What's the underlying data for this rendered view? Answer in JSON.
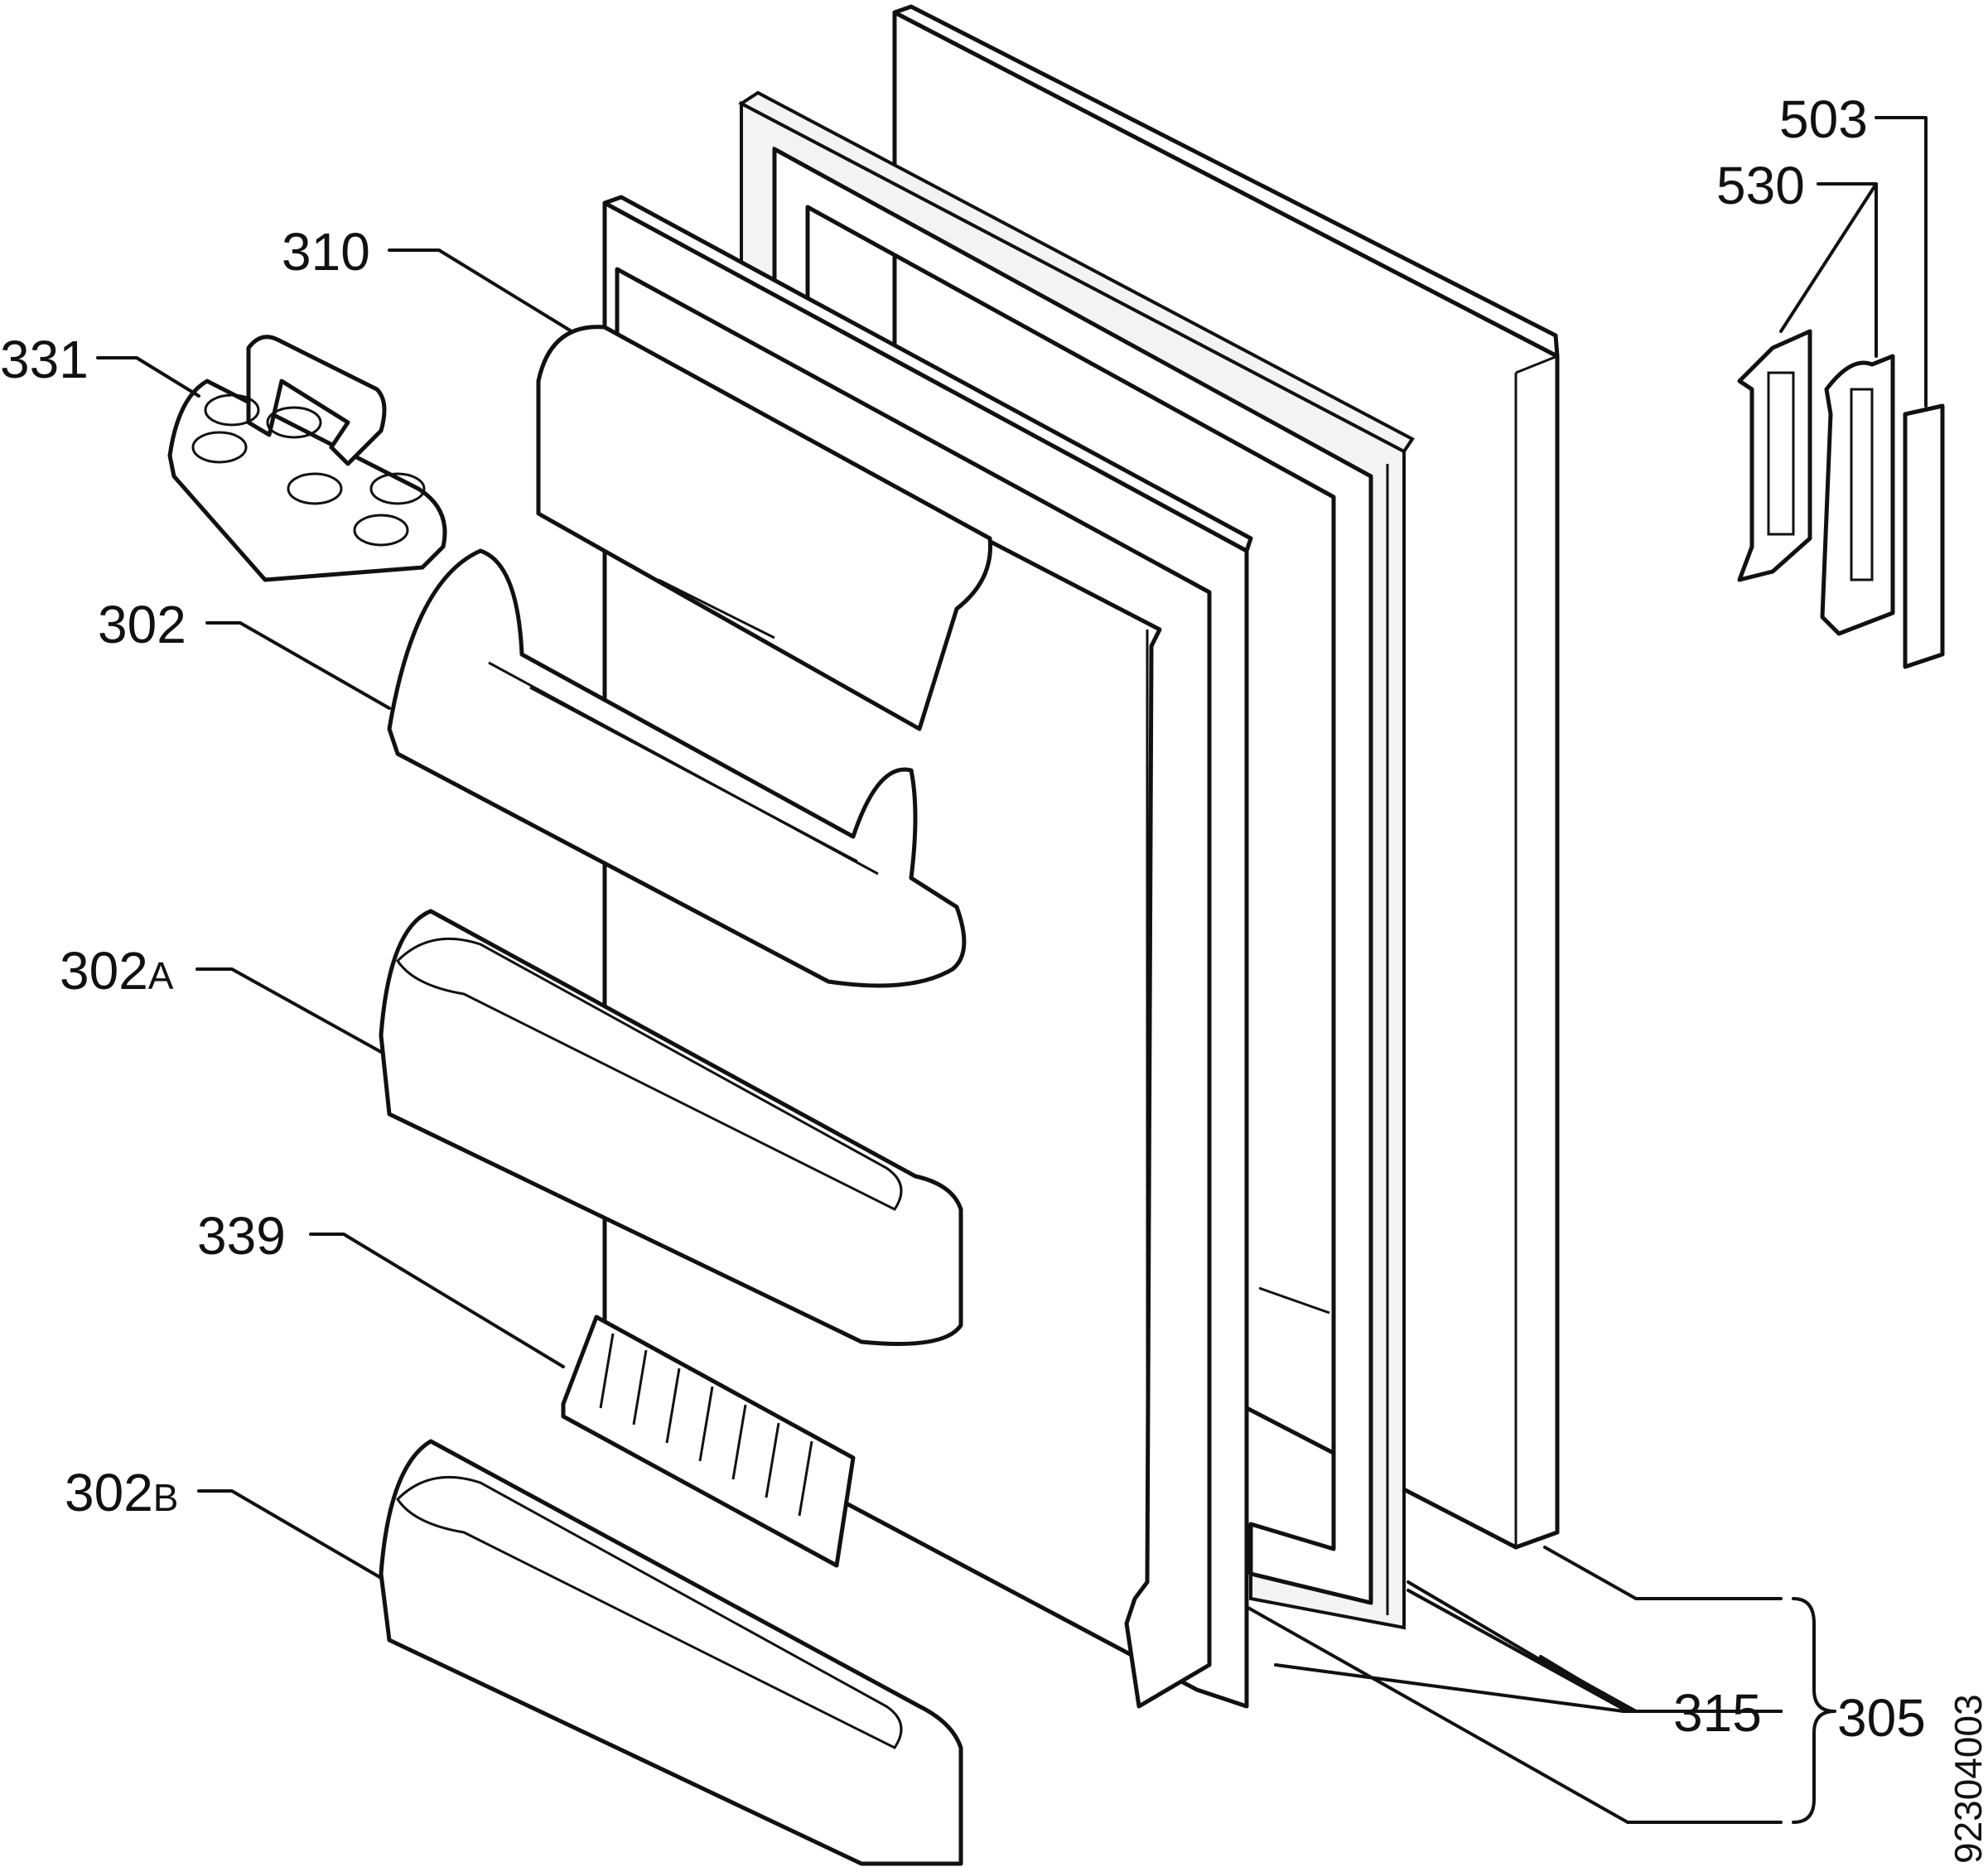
{
  "diagram": {
    "labels": {
      "l331": "331",
      "l310": "310",
      "l302": "302",
      "l302a_num": "302",
      "l302a_suf": "A",
      "l339": "339",
      "l302b_num": "302",
      "l302b_suf": "B",
      "l503": "503",
      "l530": "530",
      "l315": "315",
      "l305": "305",
      "drawing_id": "92304003"
    }
  }
}
